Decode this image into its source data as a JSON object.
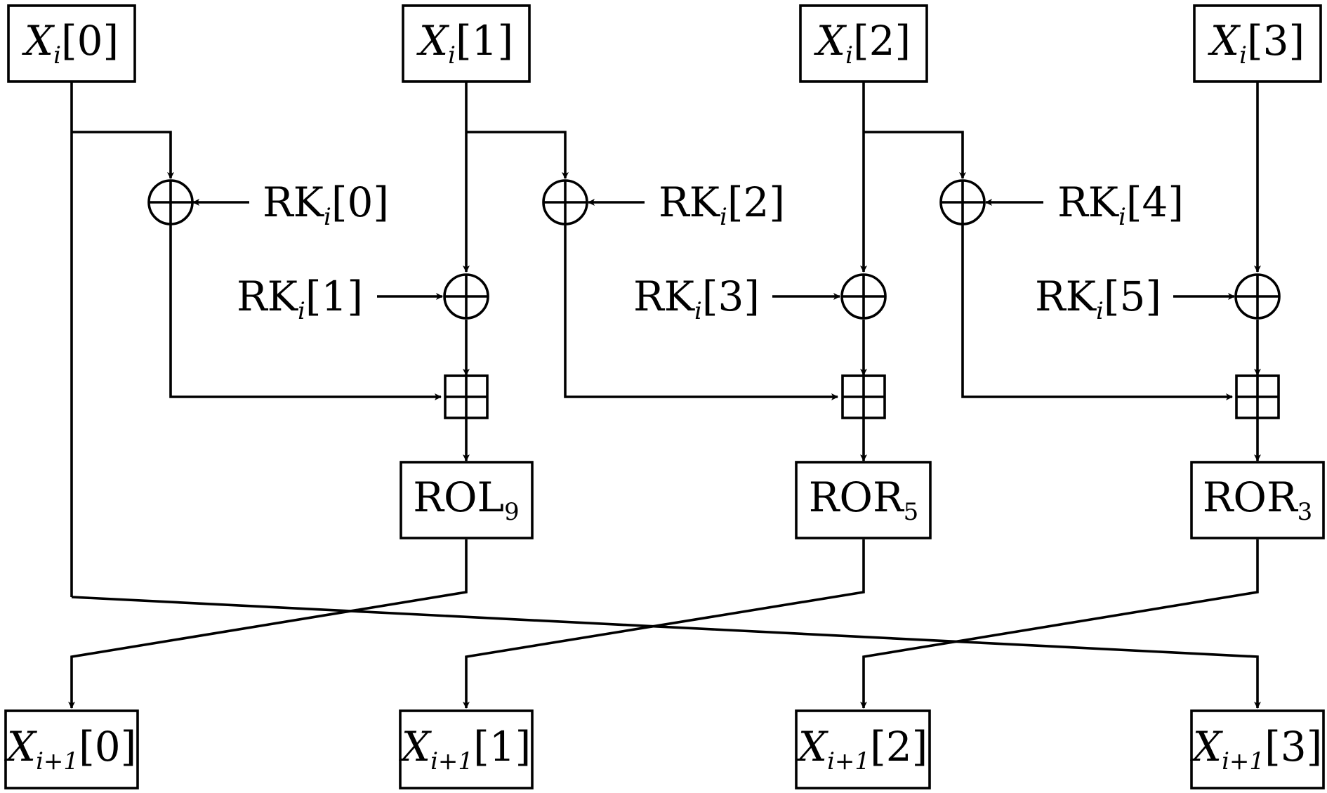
{
  "inputs": [
    {
      "sym": "X",
      "sub": "i",
      "idx": "[0]"
    },
    {
      "sym": "X",
      "sub": "i",
      "idx": "[1]"
    },
    {
      "sym": "X",
      "sub": "i",
      "idx": "[2]"
    },
    {
      "sym": "X",
      "sub": "i",
      "idx": "[3]"
    }
  ],
  "outputs": [
    {
      "sym": "X",
      "sub": "i+1",
      "idx": "[0]"
    },
    {
      "sym": "X",
      "sub": "i+1",
      "idx": "[1]"
    },
    {
      "sym": "X",
      "sub": "i+1",
      "idx": "[2]"
    },
    {
      "sym": "X",
      "sub": "i+1",
      "idx": "[3]"
    }
  ],
  "round_keys": [
    {
      "name": "RK",
      "sub": "i",
      "idx": "[0]"
    },
    {
      "name": "RK",
      "sub": "i",
      "idx": "[1]"
    },
    {
      "name": "RK",
      "sub": "i",
      "idx": "[2]"
    },
    {
      "name": "RK",
      "sub": "i",
      "idx": "[3]"
    },
    {
      "name": "RK",
      "sub": "i",
      "idx": "[4]"
    },
    {
      "name": "RK",
      "sub": "i",
      "idx": "[5]"
    }
  ],
  "rotations": [
    {
      "name": "ROL",
      "amount": "9"
    },
    {
      "name": "ROR",
      "amount": "5"
    },
    {
      "name": "ROR",
      "amount": "3"
    }
  ]
}
